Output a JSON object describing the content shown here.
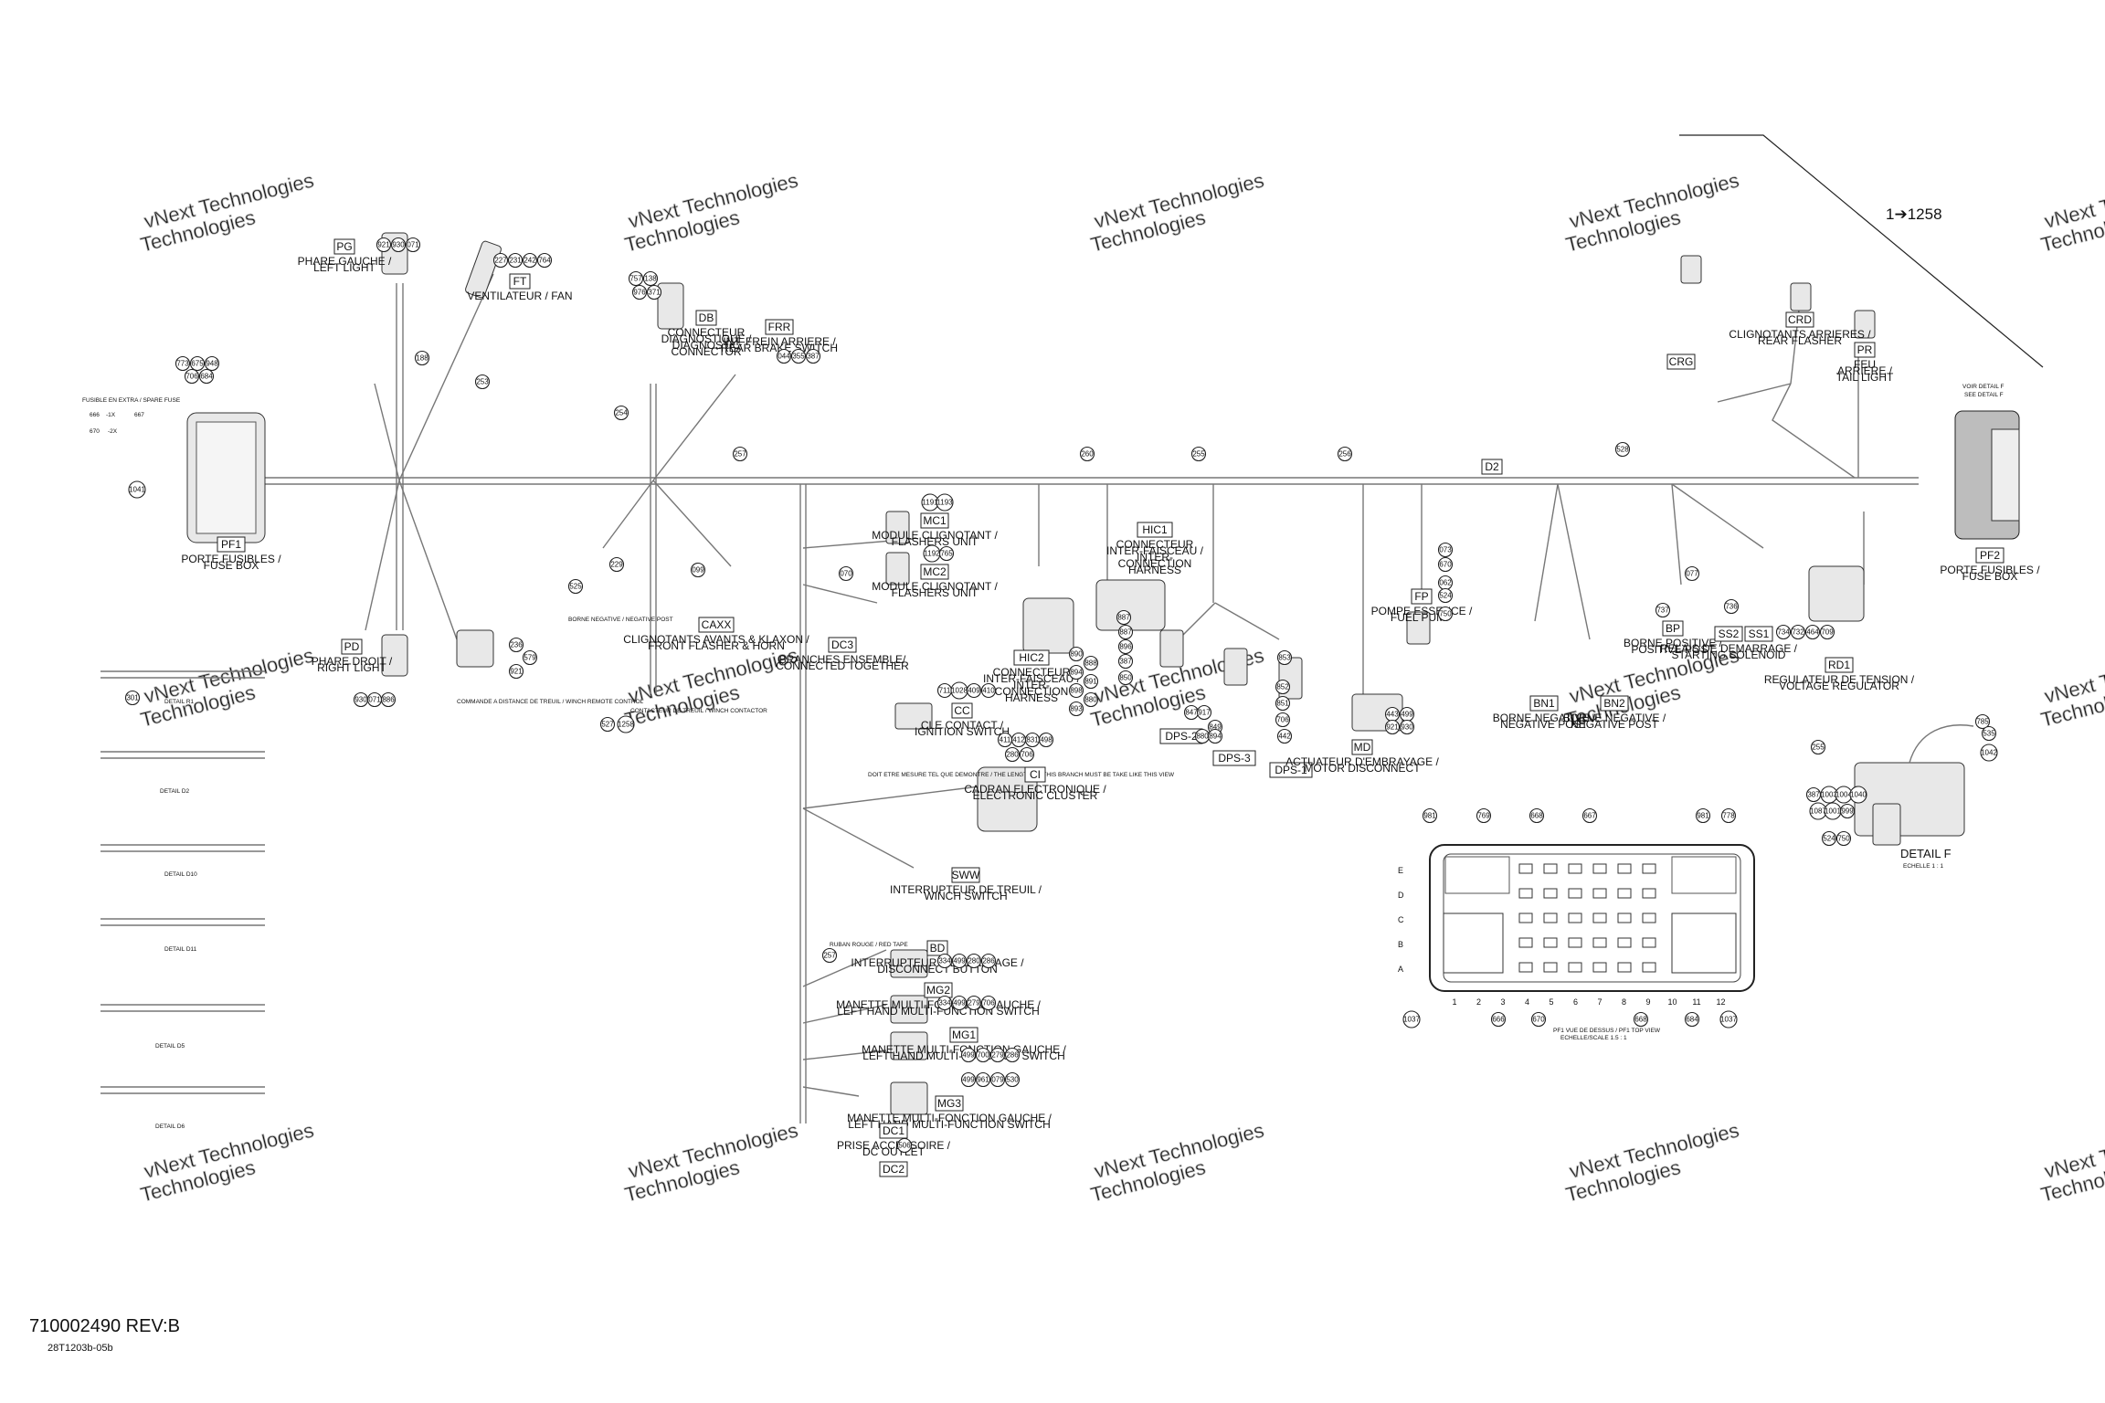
{
  "document": {
    "part_number": "710002490 REV:B",
    "drawing_id": "28T1203b-05b",
    "page_reference": "1➔1258"
  },
  "watermark": {
    "line1": "vNext Technologies",
    "line2": "Technologies"
  },
  "connectors": [
    {
      "code": "PG",
      "desc": [
        "PHARE GAUCHE /",
        "LEFT LIGHT"
      ]
    },
    {
      "code": "FT",
      "desc": [
        "VENTILATEUR / FAN"
      ]
    },
    {
      "code": "DB",
      "desc": [
        "CONNECTEUR",
        "DIAGNOSTIQUE /",
        "DIAGNOSTIC",
        "CONNECTOR"
      ]
    },
    {
      "code": "FRR",
      "desc": [
        "INT. FREIN ARRIERE /",
        "REAR BRAKE SWITCH"
      ]
    },
    {
      "code": "CRG",
      "desc": []
    },
    {
      "code": "CRD",
      "desc": [
        "CLIGNOTANTS ARRIERES /",
        "REAR FLASHER"
      ]
    },
    {
      "code": "PR",
      "desc": [
        "FEU",
        "ARRIERE /",
        "TAIL LIGHT"
      ]
    },
    {
      "code": "PF1",
      "desc": [
        "PORTE FUSIBLES /",
        "FUSE BOX"
      ]
    },
    {
      "code": "PF2",
      "desc": [
        "PORTE FUSIBLES /",
        "FUSE BOX"
      ]
    },
    {
      "code": "MC1",
      "desc": [
        "MODULE CLIGNOTANT /",
        "FLASHERS UNIT"
      ]
    },
    {
      "code": "MC2",
      "desc": [
        "MODULE CLIGNOTANT /",
        "FLASHERS UNIT"
      ]
    },
    {
      "code": "HIC1",
      "desc": [
        "CONNECTEUR",
        "INTER-FAISCEAU /",
        "INTER-",
        "CONNECTION",
        "HARNESS"
      ]
    },
    {
      "code": "HIC2",
      "desc": [
        "CONNECTEUR",
        "INTER-FAISCEAU /",
        "INTER-",
        "CONNECTION",
        "HARNESS"
      ]
    },
    {
      "code": "CAXX",
      "desc": [
        "CLIGNOTANTS AVANTS & KLAXON /",
        "FRONT FLASHER & HORN"
      ]
    },
    {
      "code": "DC3",
      "desc": [
        "BRANCHES ENSEMBLE/",
        "CONNECTED TOGETHER"
      ]
    },
    {
      "code": "CC",
      "desc": [
        "CLE CONTACT /",
        "IGNITION SWITCH"
      ]
    },
    {
      "code": "CI",
      "desc": [
        "CADRAN ELECTRONIQUE /",
        "ELECTRONIC CLUSTER"
      ]
    },
    {
      "code": "SWW",
      "desc": [
        "INTERRUPTEUR DE TREUIL /",
        "WINCH SWITCH"
      ]
    },
    {
      "code": "BD",
      "desc": [
        "INTERRUPTEUR D'EMBRAYAGE /",
        "DISCONNECT BUTTON"
      ]
    },
    {
      "code": "MG2",
      "desc": [
        "MANETTE MULTI-FONCTION GAUCHE /",
        "LEFT HAND MULTI-FUNCTION SWITCH"
      ]
    },
    {
      "code": "MG1",
      "desc": [
        "MANETTE MULTI-FONCTION GAUCHE /",
        "LEFT HAND MULTI-FUNCTION SWITCH"
      ]
    },
    {
      "code": "MG3",
      "desc": [
        "MANETTE MULTI-FONCTION GAUCHE /",
        "LEFT HAND MULTI-FUNCTION SWITCH"
      ]
    },
    {
      "code": "DC1",
      "desc": [
        "PRISE ACCESSOIRE /",
        "DC OUTLET"
      ]
    },
    {
      "code": "DC2",
      "desc": []
    },
    {
      "code": "PD",
      "desc": [
        "PHARE DROIT /",
        "RIGHT LIGHT"
      ]
    },
    {
      "code": "DPS-2",
      "desc": []
    },
    {
      "code": "DPS-3",
      "desc": []
    },
    {
      "code": "DPS-1",
      "desc": []
    },
    {
      "code": "FP",
      "desc": [
        "POMPE ESSENCE /",
        "FUEL PUMP"
      ]
    },
    {
      "code": "MD",
      "desc": [
        "ACTUATEUR D'EMBRAYAGE /",
        "MOTOR DISCONNECT"
      ]
    },
    {
      "code": "BN1",
      "desc": [
        "BORNE NEGATIVE /",
        "NEGATIVE POST"
      ]
    },
    {
      "code": "BN2",
      "desc": [
        "BORNE NEGATIVE /",
        "NEGATIVE POST"
      ]
    },
    {
      "code": "BP",
      "desc": [
        "BORNE POSITIVE /",
        "POSITIVE POST"
      ]
    },
    {
      "code": "SS2",
      "desc": [
        "RELAIS DE DEMARRAGE /",
        "STARTING SOLENOID"
      ]
    },
    {
      "code": "SS1",
      "desc": []
    },
    {
      "code": "RD1",
      "desc": [
        "REGULATEUR DE TENSION /",
        "VOLTAGE REGULATOR"
      ]
    },
    {
      "code": "D2",
      "desc": []
    }
  ],
  "labels": {
    "detail_r1": "DETAIL R1",
    "detail_d2": "DETAIL D2",
    "detail_d10": "DETAIL D10",
    "detail_d11": "DETAIL D11",
    "detail_d5": "DETAIL D5",
    "detail_d6": "DETAIL D6",
    "detail_f": "DETAIL F",
    "detail_f_scale": "ECHELLE 1 : 1",
    "voir_detail": "VOIR DETAIL F",
    "see_detail": "SEE DETAIL F",
    "pf1_top_view": "PF1 VUE DE DESSUS / PF1 TOP VIEW",
    "pf1_top_view_scale": "ECHELLE/SCALE 1.5 : 1",
    "fuse_spare": "FUSIBLE EN EXTRA / SPARE FUSE",
    "fuse_1x": "-1X",
    "fuse_2x": "-2X",
    "fuse_666": "666",
    "fuse_667": "667",
    "fuse_670": "670",
    "db4_desc": "BORNE NEGATIVE / NEGATIVE POST",
    "winch_desc": "COMMANDE A DISTANCE DE TREUIL / WINCH REMOTE CONTROL",
    "winch_contactor": "CONTACTEUR DE TREUIL / WINCH CONTACTOR",
    "routing_note": "DOIT ETRE MESURE TEL QUE DEMONTRE / THE LENGTH OF THIS BRANCH MUST BE TAKE LIKE THIS VIEW",
    "red_tape": "RUBAN ROUGE / RED TAPE"
  },
  "pf1_grid": {
    "rows": [
      "E",
      "D",
      "C",
      "B",
      "A"
    ],
    "columns": [
      "1",
      "2",
      "3",
      "4",
      "5",
      "6",
      "7",
      "8",
      "9",
      "10",
      "11",
      "12"
    ],
    "callouts_top": [
      "981",
      "769",
      "668",
      "667",
      "981",
      "778"
    ],
    "callouts_bottom": [
      "1037",
      "666",
      "670",
      "668",
      "684",
      "1037"
    ]
  },
  "detail_f_callouts": [
    "785",
    "535",
    "1042",
    "255",
    "387",
    "1003",
    "1004",
    "1040",
    "1087",
    "1001",
    "999",
    "524",
    "750"
  ],
  "callouts": [
    "921",
    "930",
    "071",
    "227",
    "231",
    "242",
    "764",
    "757",
    "138",
    "976",
    "371",
    "044",
    "355",
    "387",
    "773",
    "675",
    "948",
    "706",
    "684",
    "1041",
    "188",
    "253",
    "254",
    "257",
    "260",
    "255",
    "256",
    "528",
    "1191",
    "1193",
    "1192",
    "765",
    "070",
    "099",
    "525",
    "229",
    "236",
    "579",
    "921",
    "930",
    "071",
    "886",
    "890",
    "888",
    "894",
    "891",
    "898",
    "880",
    "893",
    "887",
    "887",
    "896",
    "387",
    "850",
    "847",
    "917",
    "849",
    "880",
    "894",
    "853",
    "852",
    "851",
    "706",
    "442",
    "443",
    "499",
    "921",
    "930",
    "073",
    "670",
    "062",
    "524",
    "750",
    "077",
    "737",
    "736",
    "734",
    "732",
    "464",
    "709",
    "711",
    "1028",
    "409",
    "410",
    "411",
    "412",
    "831",
    "498",
    "280",
    "706",
    "334",
    "499",
    "280",
    "286",
    "334",
    "499",
    "279",
    "706",
    "499",
    "700",
    "279",
    "286",
    "499",
    "961",
    "079",
    "530",
    "506",
    "257",
    "527",
    "1258",
    "301"
  ]
}
